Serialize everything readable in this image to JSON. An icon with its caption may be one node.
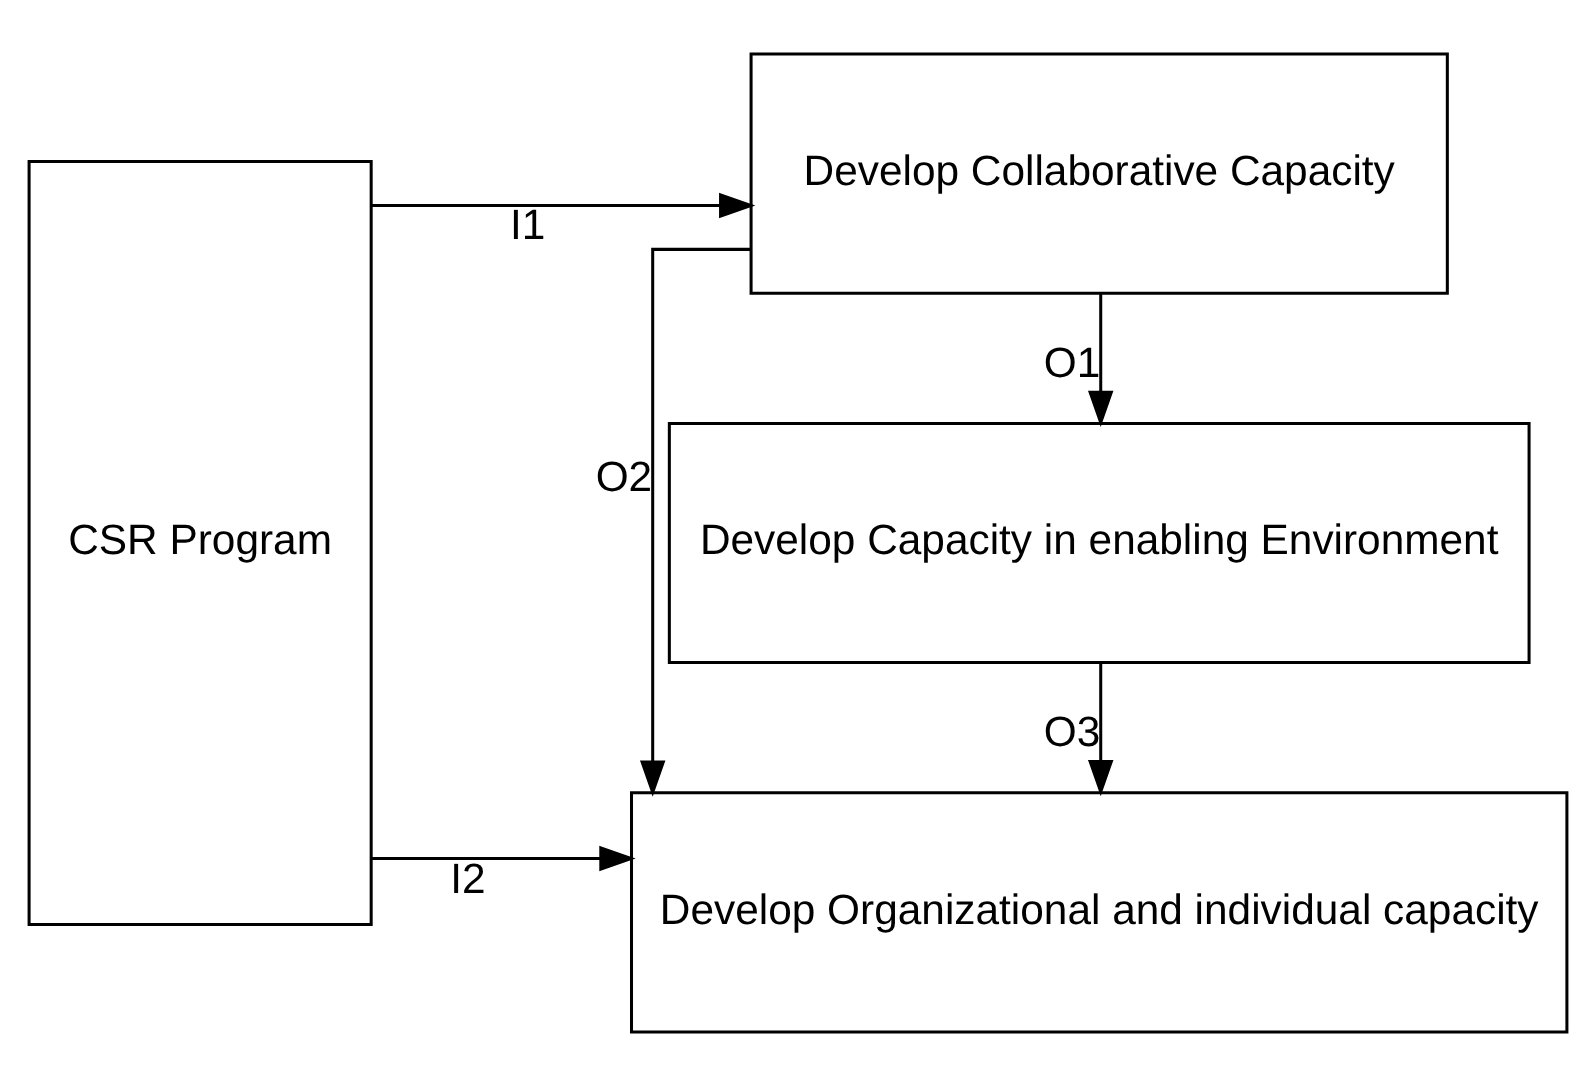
{
  "diagram": {
    "nodes": [
      {
        "text": [
          "CSR Program"
        ]
      },
      {
        "text": [
          "Develop Capacity in enabling Environment"
        ]
      },
      {
        "text": [
          "Develop Collaborative Capacity"
        ]
      },
      {
        "text": [
          "Develop Organizational and individual capacity"
        ]
      }
    ],
    "edges": [
      {
        "from": 0,
        "to": 2,
        "arrow": "to",
        "label": "I1"
      },
      {
        "from": 0,
        "to": 3,
        "arrow": "to",
        "label": "I2"
      },
      {
        "from": 2,
        "to": 1,
        "arrow": "to",
        "label": "O1"
      },
      {
        "from": 2,
        "to": 3,
        "arrow": "to",
        "label": "O2"
      },
      {
        "from": 1,
        "to": 3,
        "arrow": "to",
        "label": "O3"
      }
    ]
  }
}
